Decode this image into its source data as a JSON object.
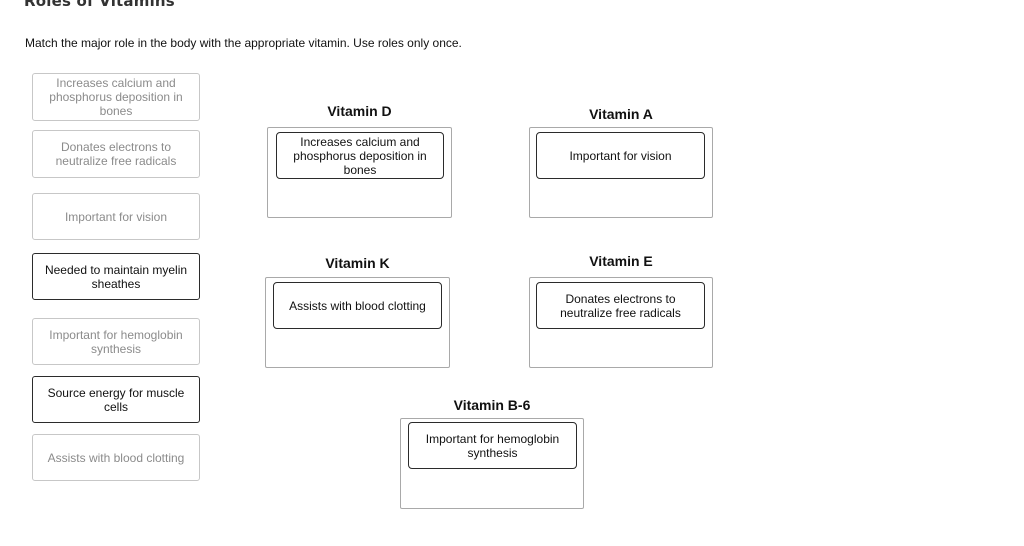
{
  "page": {
    "title": "Roles of Vitamins",
    "instructions": "Match the major role in the body with the appropriate vitamin. Use roles only once."
  },
  "source_cards": [
    {
      "label": "Increases calcium and phosphorus deposition in bones",
      "state": "placed"
    },
    {
      "label": "Donates electrons to neutralize free radicals",
      "state": "placed"
    },
    {
      "label": "Important for vision",
      "state": "placed"
    },
    {
      "label": "Needed to maintain myelin sheathes",
      "state": "available"
    },
    {
      "label": "Important for hemoglobin synthesis",
      "state": "placed"
    },
    {
      "label": "Source energy for muscle cells",
      "state": "available"
    },
    {
      "label": "Assists with blood clotting",
      "state": "placed"
    }
  ],
  "targets": {
    "vitamin_d": {
      "title": "Vitamin D",
      "placed": "Increases calcium and phosphorus deposition in bones"
    },
    "vitamin_a": {
      "title": "Vitamin A",
      "placed": "Important for vision"
    },
    "vitamin_k": {
      "title": "Vitamin K",
      "placed": "Assists with blood clotting"
    },
    "vitamin_e": {
      "title": "Vitamin E",
      "placed": "Donates electrons to neutralize free radicals"
    },
    "vitamin_b6": {
      "title": "Vitamin B-6",
      "placed": "Important for hemoglobin synthesis"
    }
  }
}
